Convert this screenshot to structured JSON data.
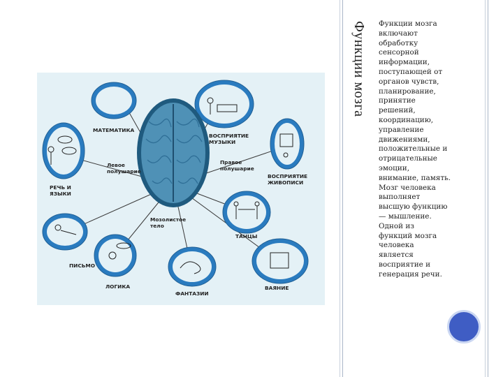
{
  "slide": {
    "title": "Функции мозга",
    "body": "Функции мозга\nвключают\nобработку\nсенсорной\nинформации,\nпоступающей от\nорганов чувств,\nпланирование,\nпринятие\nрешений,\nкоординацию,\nуправление\nдвижениями,\nположительные и\nотрицательные\nэмоции,\nвнимание, память.\nМозг человека\nвыполняет\nвысшую функцию\n— мышление.\nОдной из\nфункций мозга\nчеловека\nявляется\nвосприятие и\nгенерация речи."
  },
  "diagram": {
    "labels": {
      "math": "МАТЕМАТИКА",
      "music": "ВОСПРИЯТИЕ\nМУЗЫКИ",
      "left_hemisphere": "Левое\nполушарие",
      "right_hemisphere": "Правое\nполушарие",
      "painting": "ВОСПРИЯТИЕ\nЖИВОПИСИ",
      "speech": "РЕЧЬ И\nЯЗЫКИ",
      "corpus": "Мозолистое\nтело",
      "dance": "ТАНЦЫ",
      "writing": "ПИСЬМО",
      "logic": "ЛОГИКА",
      "fantasy": "ФАНТАЗИИ",
      "sculpture": "ВАЯНИЕ"
    }
  },
  "colors": {
    "diagram_bg": "#e4f1f6",
    "brain": "#4f91b6",
    "bubble": "#2a7bbf",
    "accent_circle": "#3f5dc4",
    "rule_lines": "#b8c4d4"
  }
}
